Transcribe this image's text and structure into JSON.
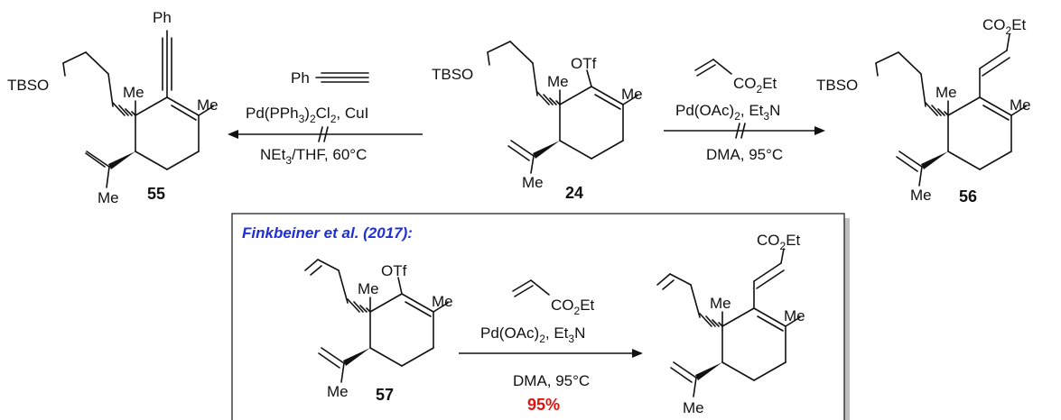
{
  "compounds": {
    "c55": {
      "number": "55",
      "labels": {
        "tbso": "TBSO",
        "me_quat": "Me",
        "me_ring": "Me",
        "me_iso": "Me",
        "ph": "Ph"
      }
    },
    "c24": {
      "number": "24",
      "labels": {
        "tbso": "TBSO",
        "me_quat": "Me",
        "me_ring": "Me",
        "me_iso": "Me",
        "otf": "OTf"
      }
    },
    "c56": {
      "number": "56",
      "labels": {
        "tbso": "TBSO",
        "me_quat": "Me",
        "me_ring": "Me",
        "me_iso": "Me",
        "co2et": "CO",
        "co2et_sub": "2",
        "co2et_tail": "Et"
      }
    },
    "c57": {
      "number": "57",
      "labels": {
        "me_quat": "Me",
        "me_ring": "Me",
        "me_iso": "Me",
        "otf": "OTf"
      }
    },
    "product": {
      "labels": {
        "me_quat": "Me",
        "me_ring": "Me",
        "me_iso": "Me",
        "co2et": "CO",
        "co2et_sub": "2",
        "co2et_tail": "Et"
      }
    }
  },
  "reactions": {
    "left": {
      "reagent_ph": "Ph",
      "catalyst_a": "Pd(PPh",
      "catalyst_sub3": "3",
      "catalyst_b": ")",
      "catalyst_sub2": "2",
      "catalyst_c": "Cl",
      "catalyst_sub2b": "2",
      "catalyst_d": ", CuI",
      "conditions": "NEt",
      "conditions_sub": "3",
      "conditions_tail": "/THF, 60°C"
    },
    "right": {
      "reagent": "CO",
      "reagent_sub": "2",
      "reagent_tail": "Et",
      "catalyst_a": "Pd(OAc)",
      "catalyst_sub": "2",
      "catalyst_b": ", Et",
      "catalyst_sub3": "3",
      "catalyst_c": "N",
      "conditions": "DMA, 95°C"
    },
    "box": {
      "reference": "Finkbeiner et al. (2017):",
      "reagent": "CO",
      "reagent_sub": "2",
      "reagent_tail": "Et",
      "catalyst_a": "Pd(OAc)",
      "catalyst_sub": "2",
      "catalyst_b": ", Et",
      "catalyst_sub3": "3",
      "catalyst_c": "N",
      "conditions": "DMA, 95°C",
      "yield": "95%"
    }
  },
  "colors": {
    "reference": "#1f2fd6",
    "yield": "#e0140f",
    "ink": "#111111",
    "box_shadow": "#bfbfbf"
  }
}
